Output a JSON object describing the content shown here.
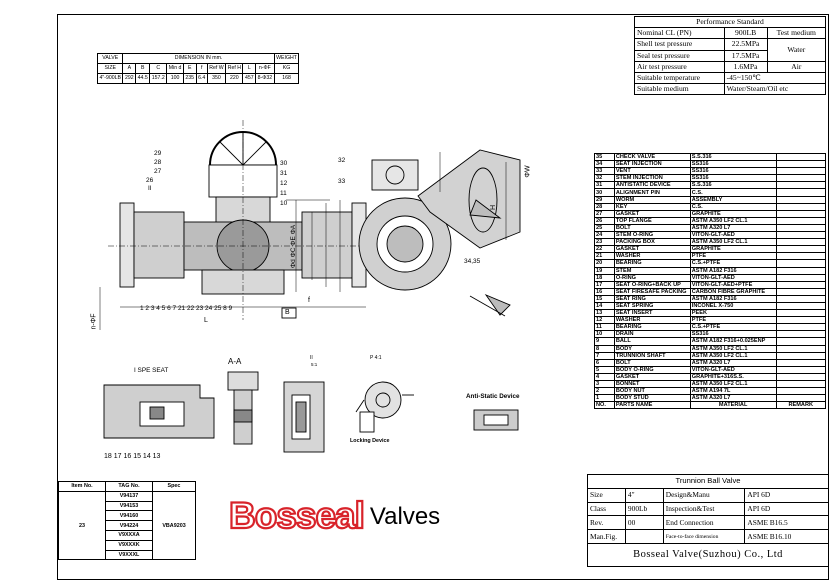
{
  "performance_table": {
    "title": "Performance Standard",
    "rows": [
      {
        "label": "Nominal CL (PN)",
        "value": "900LB",
        "extra": "Test medium"
      },
      {
        "label": "Shell test pressure",
        "value": "22.5MPa",
        "extra": "Water"
      },
      {
        "label": "Seal test pressure",
        "value": "17.5MPa",
        "extra": ""
      },
      {
        "label": "Air test pressure",
        "value": "1.6MPa",
        "extra": "Air"
      },
      {
        "label": "Suitable temperature",
        "value": "-45~150℃",
        "extra": ""
      },
      {
        "label": "Suitable medium",
        "value": "Water/Steam/Oil etc",
        "extra": ""
      }
    ]
  },
  "dimension_table": {
    "valve": "VALVE",
    "size": "SIZE",
    "dimension_header": "DIMENSION IN mm.",
    "weight": "WEIGHT",
    "weight_unit": "KG",
    "columns": [
      "A",
      "B",
      "C",
      "Min d",
      "E",
      "f",
      "Ref W",
      "Ref H",
      "L",
      "n-ΦF"
    ],
    "row": {
      "size": "4\"-900LB",
      "values": [
        "292",
        "44.5",
        "157.2",
        "100",
        "235",
        "6.4",
        "350",
        "220",
        "457",
        "8-Φ32"
      ],
      "weight": "168"
    }
  },
  "parts_list": {
    "header": {
      "no": "NO.",
      "name": "PARTS NAME",
      "material": "MATERIAL",
      "remark": "REMARK"
    },
    "rows": [
      {
        "no": "35",
        "name": "CHECK VALVE",
        "material": "S.S.316"
      },
      {
        "no": "34",
        "name": "SEAT INJECTION",
        "material": "SS316"
      },
      {
        "no": "33",
        "name": "VENT",
        "material": "SS316"
      },
      {
        "no": "32",
        "name": "STEM INJECTION",
        "material": "SS316"
      },
      {
        "no": "31",
        "name": "ANTISTATIC DEVICE",
        "material": "S.S.316"
      },
      {
        "no": "30",
        "name": "ALIGNMENT PIN",
        "material": "C.S."
      },
      {
        "no": "29",
        "name": "WORM",
        "material": "ASSEMBLY"
      },
      {
        "no": "28",
        "name": "KEY",
        "material": "C.S."
      },
      {
        "no": "27",
        "name": "GASKET",
        "material": "GRAPHITE"
      },
      {
        "no": "26",
        "name": "TOP FLANGE",
        "material": "ASTM A350 LF2 CL.1"
      },
      {
        "no": "25",
        "name": "BOLT",
        "material": "ASTM A320 L7"
      },
      {
        "no": "24",
        "name": "STEM O-RING",
        "material": "VITON-GLT-AED"
      },
      {
        "no": "23",
        "name": "PACKING BOX",
        "material": "ASTM A350 LF2 CL.1"
      },
      {
        "no": "22",
        "name": "GASKET",
        "material": "GRAPHITE"
      },
      {
        "no": "21",
        "name": "WASHER",
        "material": "PTFE"
      },
      {
        "no": "20",
        "name": "BEARING",
        "material": "C.S.+PTFE"
      },
      {
        "no": "19",
        "name": "STEM",
        "material": "ASTM A182 F316"
      },
      {
        "no": "18",
        "name": "O-RING",
        "material": "VITON-GLT-AED"
      },
      {
        "no": "17",
        "name": "SEAT O-RING+BACK UP",
        "material": "VITON-GLT-AED+PTFE"
      },
      {
        "no": "16",
        "name": "SEAT FIRESAFE PACKING",
        "material": "CARBON FIBRE GRAPHITE"
      },
      {
        "no": "15",
        "name": "SEAT RING",
        "material": "ASTM A182 F316"
      },
      {
        "no": "14",
        "name": "SEAT SPRING",
        "material": "INCONEL X-750"
      },
      {
        "no": "13",
        "name": "SEAT INSERT",
        "material": "PEEK"
      },
      {
        "no": "12",
        "name": "WASHER",
        "material": "PTFE"
      },
      {
        "no": "11",
        "name": "BEARING",
        "material": "C.S.+PTFE"
      },
      {
        "no": "10",
        "name": "DRAIN",
        "material": "SS316"
      },
      {
        "no": "9",
        "name": "BALL",
        "material": "ASTM A182 F316+0.025ENP"
      },
      {
        "no": "8",
        "name": "BODY",
        "material": "ASTM A350 LF2 CL.1"
      },
      {
        "no": "7",
        "name": "TRUNNION SHAFT",
        "material": "ASTM A350 LF2 CL.1"
      },
      {
        "no": "6",
        "name": "BOLT",
        "material": "ASTM A320 L7"
      },
      {
        "no": "5",
        "name": "BODY O-RING",
        "material": "VITON-GLT-AED"
      },
      {
        "no": "4",
        "name": "GASKET",
        "material": "GRAPHITE+316S.S."
      },
      {
        "no": "3",
        "name": "BONNET",
        "material": "ASTM A350 LF2 CL.1"
      },
      {
        "no": "2",
        "name": "BODY NUT",
        "material": "ASTM A194 7L"
      },
      {
        "no": "1",
        "name": "BODY STUD",
        "material": "ASTM A320 L7"
      }
    ]
  },
  "tag_table": {
    "headers": [
      "Item No.",
      "TAG No.",
      "Spec"
    ],
    "item": "23",
    "spec": "VBA9203",
    "tags": [
      "V94137",
      "V94153",
      "V94160",
      "V94224",
      "V9XXXA",
      "V9XXXK",
      "V9XXXL"
    ]
  },
  "title_block": {
    "product": "Trunnion  Ball  Valve",
    "rows": [
      {
        "k1": "Size",
        "v1": "4\"",
        "k2": "Design&Manu",
        "v2": "API 6D"
      },
      {
        "k1": "Class",
        "v1": "900Lb",
        "k2": "Inspection&Test",
        "v2": "API 6D"
      },
      {
        "k1": "Rev.",
        "v1": "00",
        "k2": "End Connection",
        "v2": "ASME B16.5"
      },
      {
        "k1": "Man.Fig.",
        "v1": "",
        "k2": "Face-to-face dimension",
        "v2": "ASME B16.10"
      }
    ],
    "company": "Bosseal Valve(Suzhou) Co., Ltd"
  },
  "logo": {
    "brand": "Bosseal",
    "sub": "Valves",
    "color": "#d8232a"
  },
  "drawing_labels": {
    "section_seat": "I  SPE SEAT",
    "section_aa": "A-A",
    "section_ii": "II",
    "scale_ii": "5:1",
    "section_p": "P  4:1",
    "antistatic": "Anti-Static Device",
    "locking": "Locking Device",
    "dim_phiw": "ΦW",
    "dim_h": "H",
    "dim_l": "L",
    "dim_b": "B",
    "dim_f": "f",
    "dim_nphif": "n-ΦF",
    "dim_diameters": "Φd ΦC ΦE ΦA"
  },
  "callouts": {
    "top_left": [
      "29",
      "28",
      "27",
      "26",
      "II"
    ],
    "top_right": [
      "30",
      "31",
      "12",
      "11",
      "10"
    ],
    "bottom": "1 2 3 4 5 6 7 21 22 23 24 25 8 9",
    "side": [
      "32",
      "33",
      "34",
      "35"
    ],
    "seat": "18 17 16 15 14 13"
  }
}
